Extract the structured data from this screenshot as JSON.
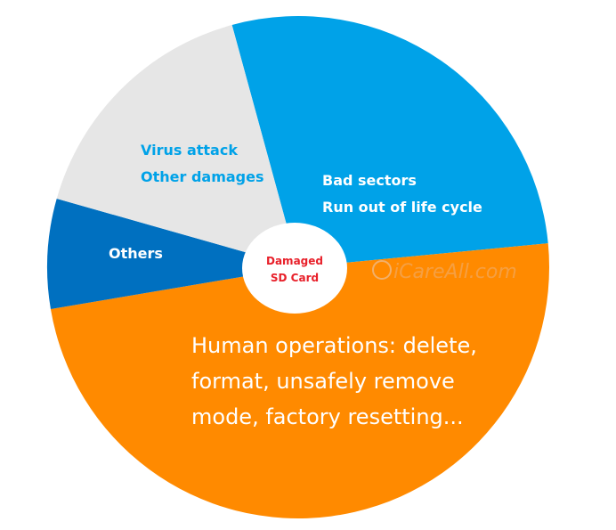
{
  "chart_data": {
    "type": "pie",
    "center_label": [
      "Damaged",
      "SD Card"
    ],
    "slices": [
      {
        "label_lines": [
          "Bad sectors",
          "Run out of life cycle"
        ],
        "value": 30.2,
        "color": "#00a2e8",
        "text_color": "#ffffff"
      },
      {
        "label_lines": [
          "Human operations: delete,",
          "format, unsafely remove",
          "mode, factory resetting..."
        ],
        "value": 53.2,
        "color": "#ff8a00",
        "text_color": "#ffffff"
      },
      {
        "label_lines": [
          "Others"
        ],
        "value": 7.7,
        "color": "#0070c0",
        "text_color": "#ffffff"
      },
      {
        "label_lines": [
          "Virus attack",
          "Other damages"
        ],
        "value": 17.8,
        "color": "#e6e6e6",
        "text_color": "#00a2e8"
      }
    ],
    "center_text_color": "#e8202a"
  },
  "watermark": {
    "text": "iCareAll.com"
  }
}
